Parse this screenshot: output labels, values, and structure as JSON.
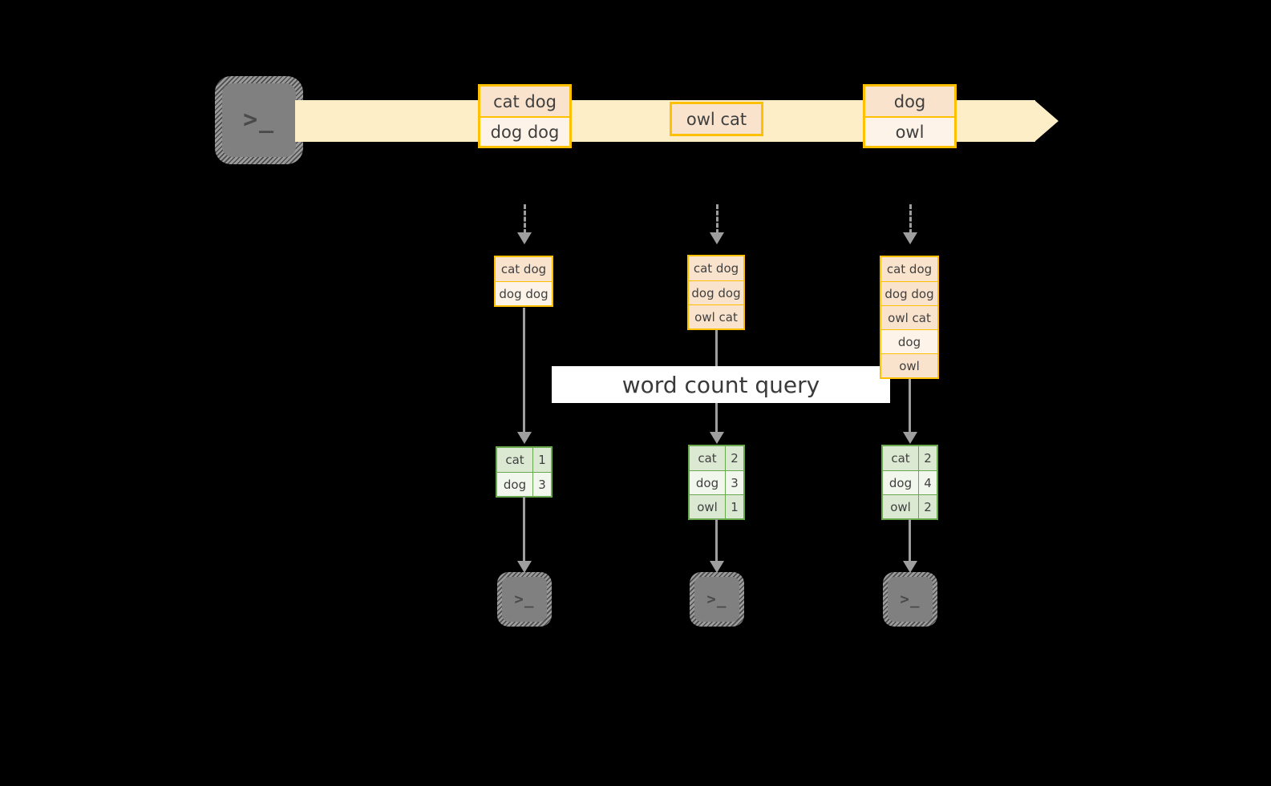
{
  "diagram": {
    "title_banner": {
      "label": "word count query"
    },
    "source": {
      "icon": "terminal-icon",
      "glyph": ">_"
    },
    "stream": {
      "arrow_label": "event-stream-arrow",
      "events": [
        {
          "id": "event-group-1",
          "lines": [
            "cat dog",
            "dog dog"
          ]
        },
        {
          "id": "event-group-2",
          "lines": [
            "owl cat"
          ]
        },
        {
          "id": "event-group-3",
          "lines": [
            "dog",
            "owl"
          ]
        }
      ]
    },
    "columns": [
      {
        "name": "column-1",
        "snapshot": {
          "rows": [
            "cat dog",
            "dog dog"
          ]
        },
        "result": {
          "rows": [
            {
              "word": "cat",
              "count": "1"
            },
            {
              "word": "dog",
              "count": "3"
            }
          ]
        },
        "sink": {
          "icon": "terminal-icon",
          "glyph": ">_"
        }
      },
      {
        "name": "column-2",
        "snapshot": {
          "rows": [
            "cat dog",
            "dog dog",
            "owl cat"
          ]
        },
        "result": {
          "rows": [
            {
              "word": "cat",
              "count": "2"
            },
            {
              "word": "dog",
              "count": "3"
            },
            {
              "word": "owl",
              "count": "1"
            }
          ]
        },
        "sink": {
          "icon": "terminal-icon",
          "glyph": ">_"
        }
      },
      {
        "name": "column-3",
        "snapshot": {
          "rows": [
            "cat dog",
            "dog dog",
            "owl cat",
            "dog",
            "owl"
          ]
        },
        "result": {
          "rows": [
            {
              "word": "cat",
              "count": "2"
            },
            {
              "word": "dog",
              "count": "4"
            },
            {
              "word": "owl",
              "count": "2"
            }
          ]
        },
        "sink": {
          "icon": "terminal-icon",
          "glyph": ">_"
        }
      }
    ],
    "colors": {
      "background": "#000000",
      "stream_fill": "#fdeec7",
      "event_border": "#ffc000",
      "event_fill_shade": "#fae3cd",
      "event_fill_plain": "#fdf3e8",
      "table_border": "#6aa84f",
      "table_fill_shade": "#dce9d2",
      "table_fill_plain": "#f2f7ee",
      "connector": "#9e9e9e",
      "terminal_fill": "#808080",
      "banner_fill": "#ffffff",
      "text": "#3f3f3f"
    }
  }
}
